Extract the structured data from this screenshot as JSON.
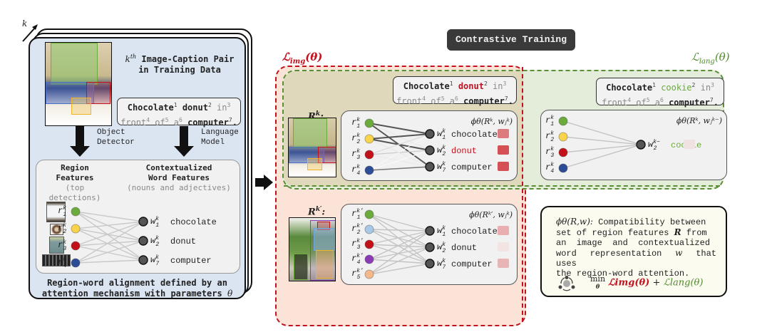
{
  "stack_axis_label": "k",
  "left_card": {
    "title_line1": "Image-Caption Pair",
    "title_line2": "in Training Data",
    "title_prefix": "k",
    "title_prefix_sup": "th",
    "caption": {
      "tokens": [
        {
          "word": "Chocolate",
          "idx": "1",
          "style": "bold"
        },
        {
          "word": "donut",
          "idx": "2",
          "style": "bold"
        },
        {
          "word": "in",
          "idx": "3",
          "style": "grey"
        },
        {
          "word": "front",
          "idx": "4",
          "style": "grey"
        },
        {
          "word": "of",
          "idx": "5",
          "style": "grey"
        },
        {
          "word": "a",
          "idx": "6",
          "style": "grey"
        },
        {
          "word": "computer",
          "idx": "7",
          "style": "bold"
        }
      ],
      "period": "."
    },
    "arrow_left_label_1": "Object",
    "arrow_left_label_2": "Detector",
    "arrow_right_label_1": "Language",
    "arrow_right_label_2": "Model",
    "region_header_1": "Region",
    "region_header_2": "Features",
    "region_header_3": "(top detections)",
    "word_header_1": "Contextualized",
    "word_header_2": "Word Features",
    "word_header_3": "(nouns and adjectives)",
    "regions": [
      {
        "label": "r",
        "sub": "1",
        "sup": "k",
        "color": "#6aab3c"
      },
      {
        "label": "r",
        "sub": "2",
        "sup": "k",
        "color": "#f9d34a"
      },
      {
        "label": "r",
        "sub": "3",
        "sup": "k",
        "color": "#c3111a"
      },
      {
        "label": "r",
        "sub": "4",
        "sup": "k",
        "color": "#2c4d95"
      }
    ],
    "words": [
      {
        "label": "w",
        "sub": "1",
        "sup": "k",
        "text": "chocolate"
      },
      {
        "label": "w",
        "sub": "2",
        "sup": "k",
        "text": "donut"
      },
      {
        "label": "w",
        "sub": "7",
        "sup": "k",
        "text": "computer"
      }
    ],
    "footer_line1": "Region-word alignment defined by an",
    "footer_line2": "attention mechanism with parameters",
    "footer_theta": "θ"
  },
  "header": {
    "title": "Contrastive Training"
  },
  "loss_img": {
    "label": "ℒ",
    "sub": "img",
    "arg": "(θ)",
    "color": "#c1121f"
  },
  "loss_lang": {
    "label": "ℒ",
    "sub": "lang",
    "arg": "(θ)",
    "color": "#4e8a2a"
  },
  "positive": {
    "caption": {
      "tokens": [
        {
          "word": "Chocolate",
          "idx": "1",
          "style": "bold"
        },
        {
          "word": "donut",
          "idx": "2",
          "style": "red"
        },
        {
          "word": "in",
          "idx": "3",
          "style": "grey"
        },
        {
          "word": "front",
          "idx": "4",
          "style": "grey"
        },
        {
          "word": "of",
          "idx": "5",
          "style": "grey"
        },
        {
          "word": "a",
          "idx": "6",
          "style": "grey"
        },
        {
          "word": "computer",
          "idx": "7",
          "style": "bold"
        }
      ],
      "period": "."
    },
    "image_label": "R",
    "image_label_sup": "k",
    "phi_label": "ϕθ(Rᵏ, wⱼᵏ)",
    "regions": [
      {
        "sub": "1",
        "sup": "k",
        "color": "#6aab3c"
      },
      {
        "sub": "2",
        "sup": "k",
        "color": "#f9d34a"
      },
      {
        "sub": "3",
        "sup": "k",
        "color": "#c3111a"
      },
      {
        "sub": "4",
        "sup": "k",
        "color": "#2c4d95"
      }
    ],
    "words": [
      {
        "sub": "1",
        "sup": "k",
        "text": "chocolate",
        "score_color": "#dc7a7d",
        "text_color": "#222"
      },
      {
        "sub": "2",
        "sup": "k",
        "text": "donut",
        "score_color": "#d45055",
        "text_color": "#c1121f"
      },
      {
        "sub": "7",
        "sup": "k",
        "text": "computer",
        "score_color": "#d45055",
        "text_color": "#222"
      }
    ]
  },
  "negative_image": {
    "image_label": "R",
    "image_label_sup": "k′",
    "phi_label": "ϕθ(Rᵏ′, wⱼᵏ)",
    "regions": [
      {
        "sub": "1",
        "sup": "k′",
        "color": "#6aab3c"
      },
      {
        "sub": "2",
        "sup": "k′",
        "color": "#a9c7e6"
      },
      {
        "sub": "3",
        "sup": "k′",
        "color": "#c3111a"
      },
      {
        "sub": "4",
        "sup": "k′",
        "color": "#8a3bb5"
      },
      {
        "sub": "5",
        "sup": "k′",
        "color": "#f5b88a"
      }
    ],
    "words": [
      {
        "sub": "1",
        "sup": "k",
        "text": "chocolate",
        "score_color": "#e8aeb0"
      },
      {
        "sub": "2",
        "sup": "k",
        "text": "donut",
        "score_color": "#f3e3e3"
      },
      {
        "sub": "7",
        "sup": "k",
        "text": "computer",
        "score_color": "#e8b5b6"
      }
    ]
  },
  "negative_caption": {
    "caption": {
      "tokens": [
        {
          "word": "Chocolate",
          "idx": "1",
          "style": "bold"
        },
        {
          "word": "cookie",
          "idx": "2",
          "style": "green"
        },
        {
          "word": "in",
          "idx": "3",
          "style": "grey"
        },
        {
          "word": "front",
          "idx": "4",
          "style": "grey"
        },
        {
          "word": "of",
          "idx": "5",
          "style": "grey"
        },
        {
          "word": "a",
          "idx": "6",
          "style": "grey"
        },
        {
          "word": "computer",
          "idx": "7",
          "style": "bold"
        }
      ],
      "period": "."
    },
    "phi_label": "ϕθ(Rᵏ, wⱼᵏ⁻)",
    "regions": [
      {
        "sub": "1",
        "sup": "k",
        "color": "#6aab3c"
      },
      {
        "sub": "2",
        "sup": "k",
        "color": "#f9d34a"
      },
      {
        "sub": "3",
        "sup": "k",
        "color": "#c3111a"
      },
      {
        "sub": "4",
        "sup": "k",
        "color": "#2c4d95"
      }
    ],
    "word": {
      "sub": "2",
      "sup": "k−",
      "text": "cookie",
      "score_color": "#f1e2e2",
      "text_color": "#6aab3c"
    }
  },
  "note": {
    "phi": "ϕθ(R,w):",
    "text_line1": "Compatibility between",
    "text_line2a": "set of region features",
    "text_line2b": "R",
    "text_line2c": "from",
    "text_line3": "an  image  and  contextualized",
    "text_line4a": "word representation",
    "text_line4b": "w",
    "text_line4c": "that uses",
    "text_line5": "the region-word attention.",
    "objective_min": "min",
    "objective_sub": "θ",
    "objective_img": "ℒimg(θ)",
    "objective_plus": "+",
    "objective_lang": "ℒlang(θ)"
  }
}
